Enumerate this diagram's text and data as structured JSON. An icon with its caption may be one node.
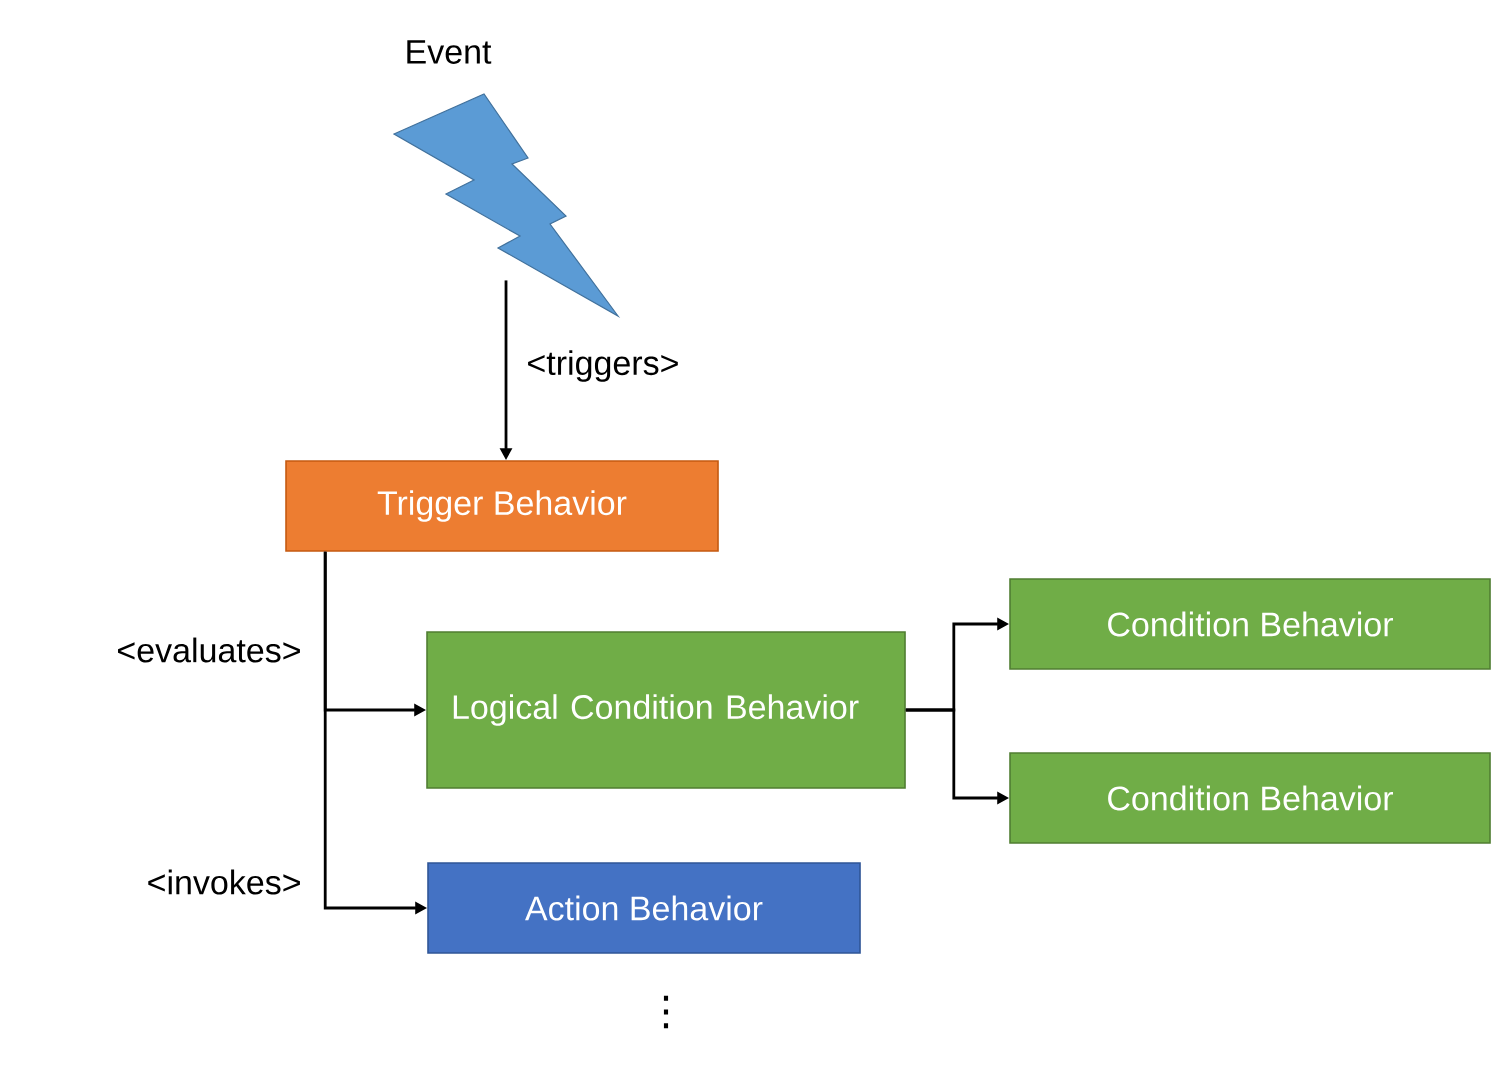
{
  "diagram": {
    "nodes": [
      {
        "text": [
          "Event"
        ]
      },
      {
        "text": [
          "Trigger Behavior"
        ]
      },
      {
        "text": [
          "Logical Condition Behavior"
        ]
      },
      {
        "text": [
          "Condition Behavior"
        ]
      },
      {
        "text": [
          "Condition Behavior"
        ]
      },
      {
        "text": [
          "Action Behavior"
        ]
      }
    ],
    "edges": [
      {
        "from": 0,
        "to": 1,
        "arrow": "to",
        "label": "<triggers>"
      },
      {
        "from": 1,
        "to": 2,
        "arrow": "to",
        "label": "<evaluates>"
      },
      {
        "from": 1,
        "to": 5,
        "arrow": "to",
        "label": "<invokes>"
      },
      {
        "from": 2,
        "to": 3,
        "arrow": "to"
      },
      {
        "from": 2,
        "to": 4,
        "arrow": "to"
      }
    ],
    "labels": [
      "⋮"
    ]
  }
}
